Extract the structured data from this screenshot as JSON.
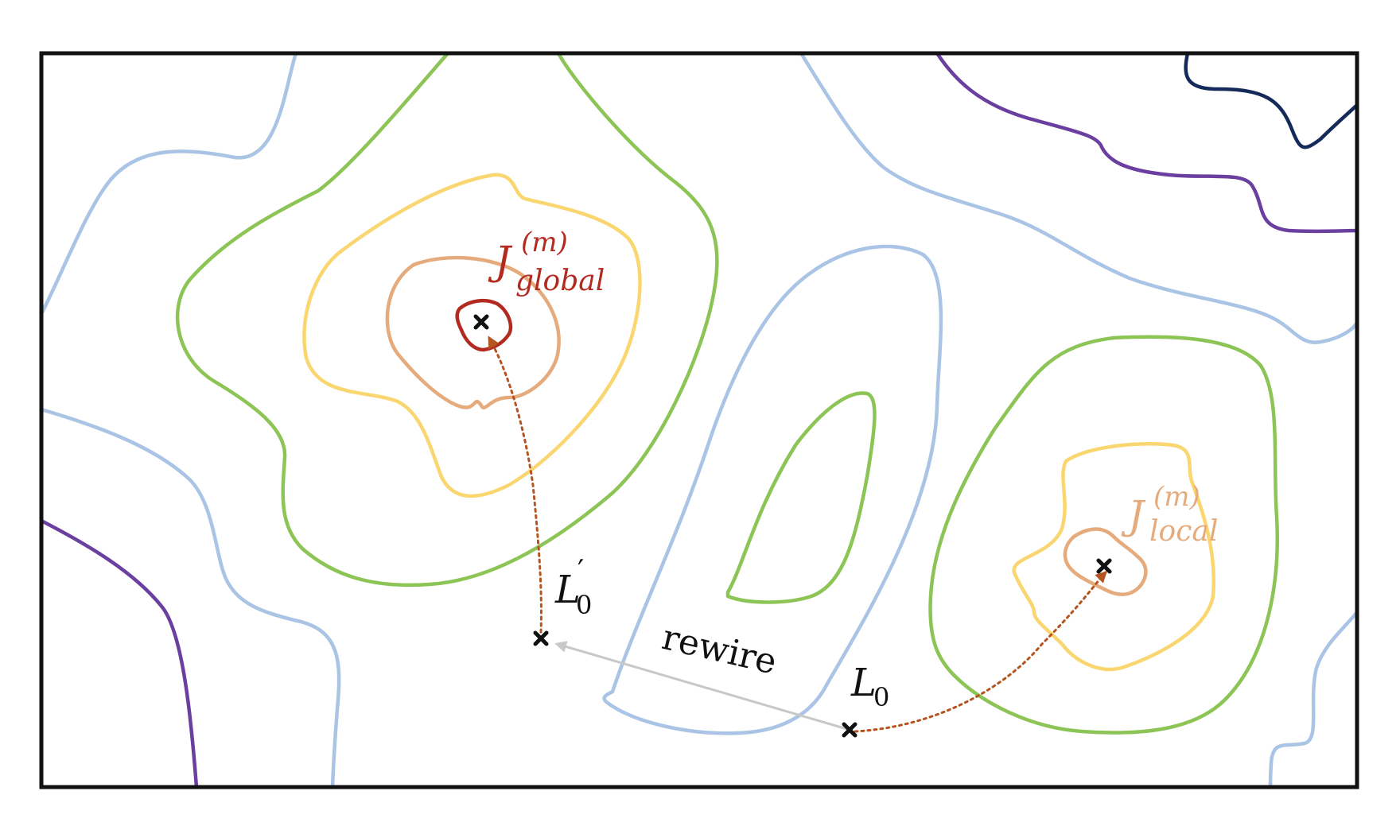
{
  "colors": {
    "frame": "#111111",
    "contour_outer": "#a9c4e4",
    "contour_mid": "#8cc456",
    "contour_high": "#f9d66f",
    "contour_peak_local": "#e6ab7d",
    "contour_peak_global": "#b22a20",
    "contour_low": "#6a3fa0",
    "contour_lowest": "#142a5a",
    "optimization_path": "#b5541f",
    "rewire_arrow": "#c8c8c8",
    "label_global": "#b22a20",
    "label_local": "#e6ab7d",
    "label_default": "#111111"
  },
  "labels": {
    "global_J": "J",
    "global_sup": "(m)",
    "global_sub": "global",
    "local_J": "J",
    "local_sup": "(m)",
    "local_sub": "local",
    "L0_prime_L": "L",
    "L0_prime_mark": "′",
    "L0_prime_sub": "0",
    "L0_L": "L",
    "L0_sub": "0",
    "rewire": "rewire"
  },
  "points": {
    "global_optimum": "cross-marker",
    "local_optimum": "cross-marker",
    "L0": "cross-marker",
    "L0_prime": "cross-marker"
  }
}
